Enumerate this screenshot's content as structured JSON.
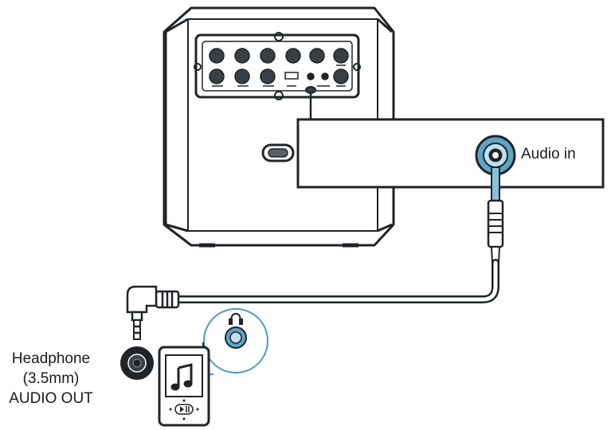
{
  "labels": {
    "audio_in": "Audio in",
    "headphone_out": [
      "Headphone",
      "(3.5mm)",
      "AUDIO OUT"
    ]
  },
  "colors": {
    "outline": "#1f2428",
    "jack_blue": "#5fa3c9",
    "jack_blue_light": "#bfe0f0",
    "highlight_blue": "#4a9bc9"
  },
  "icons": {
    "speaker": "speaker-icon",
    "music": "music-note-icon",
    "headphone": "headphone-icon",
    "play_pause": "play-pause-icon"
  }
}
